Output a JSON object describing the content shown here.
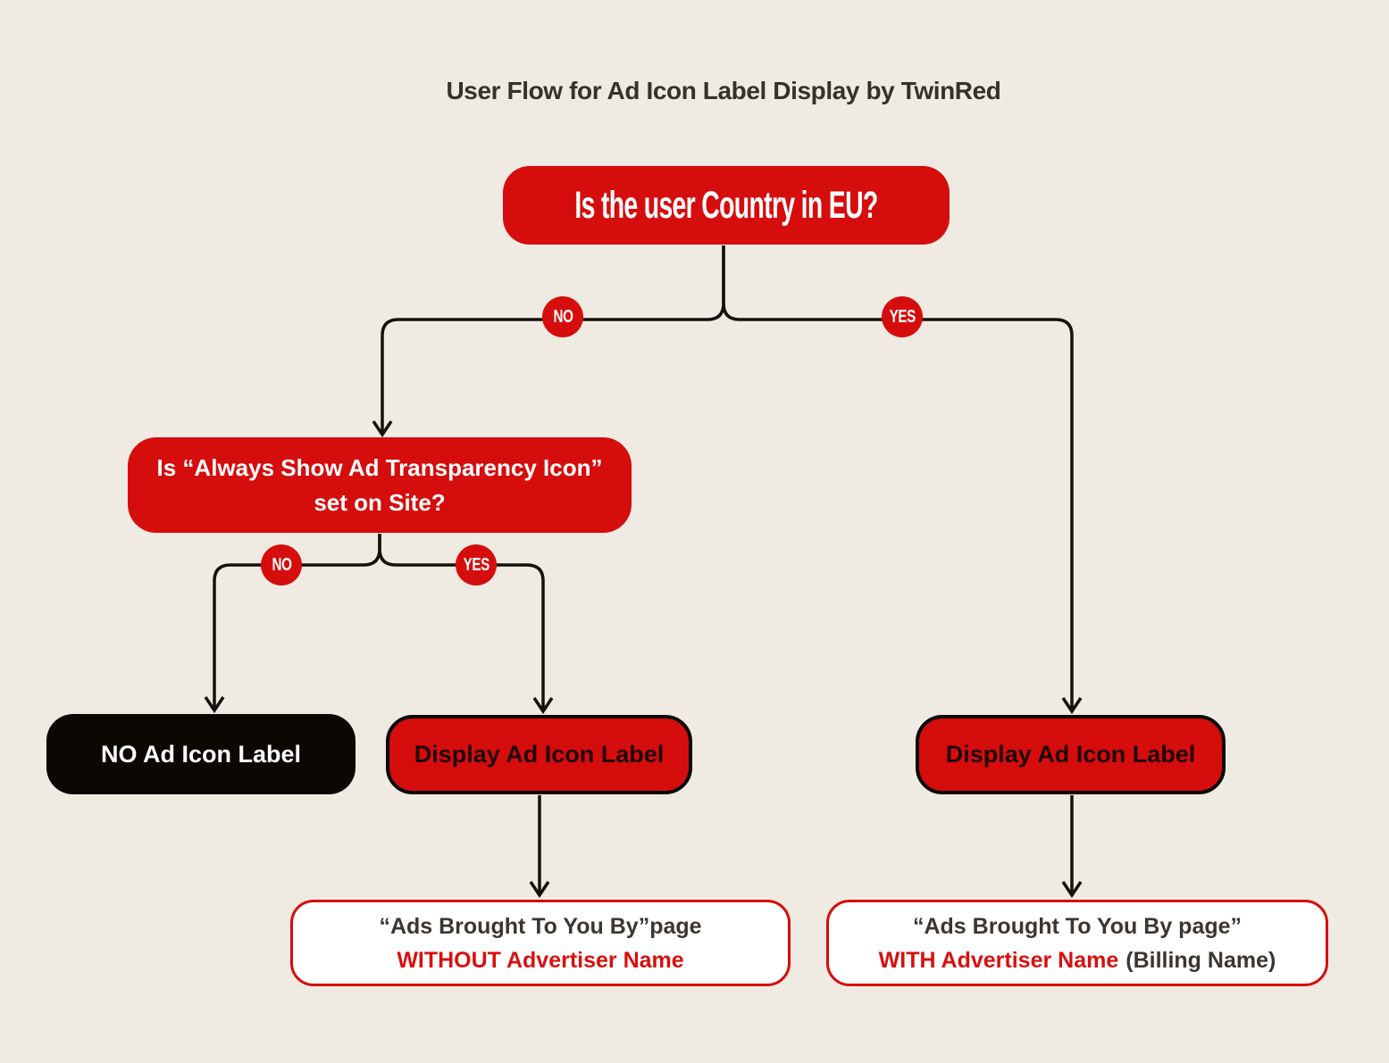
{
  "title": "User Flow for Ad Icon Label Display by TwinRed",
  "colors": {
    "background": "#EFEAE2",
    "red": "#D60D0D",
    "black": "#0B0703",
    "line": "#16110C",
    "dark_text": "#3B3631",
    "red_text": "#D8100E",
    "white": "#FFFFFF"
  },
  "nodes": {
    "root_question": "Is the user Country in EU?",
    "second_question_line1": "Is “Always Show Ad Transparency Icon”",
    "second_question_line2": "set on Site?",
    "no_ad_icon_label": "NO Ad Icon Label",
    "display_ad_icon_label_left": "Display Ad Icon Label",
    "display_ad_icon_label_right": "Display Ad Icon Label",
    "page_without_line1": "“Ads Brought To You By”page",
    "page_without_line2": "WITHOUT Advertiser Name",
    "page_with_line1": "“Ads Brought To You By page”",
    "page_with_line2_red": "WITH Advertiser Name",
    "page_with_line2_rest": "(Billing Name)"
  },
  "badges": {
    "no_eu": "NO",
    "yes_eu": "YES",
    "no_site": "NO",
    "yes_site": "YES"
  }
}
